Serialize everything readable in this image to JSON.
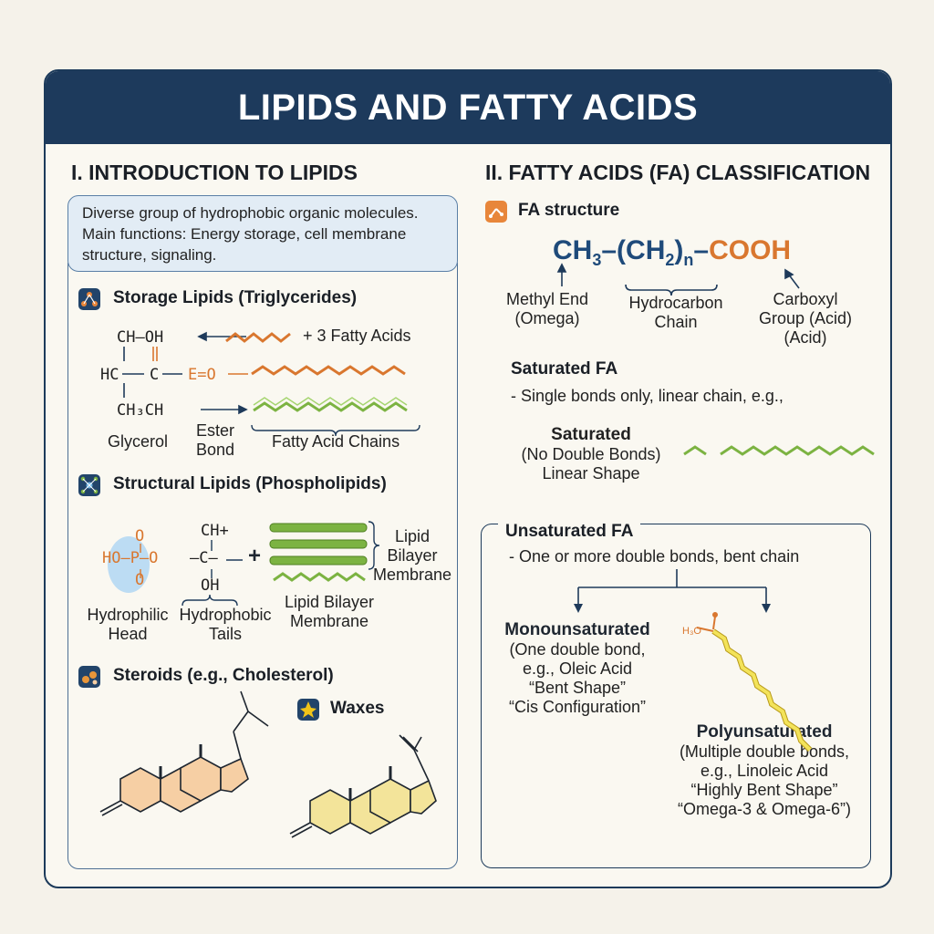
{
  "title": "LIPIDS AND FATTY ACIDS",
  "left": {
    "heading": "I. INTRODUCTION TO LIPIDS",
    "intro_line1": "Diverse group of hydrophobic organic molecules.",
    "intro_line2": "Main functions: Energy storage, cell membrane",
    "intro_line3": "structure, signaling.",
    "storage": {
      "heading": "Storage Lipids (Triglycerides)",
      "chem_line1": "CH–OH",
      "chem_line2": "HC",
      "chem_line3": "C",
      "chem_ester": "E=O",
      "chem_line4": "CH₃CH",
      "fatty_acids_note": "+ 3 Fatty Acids",
      "glycerol_label": "Glycerol",
      "ester_label1": "Ester",
      "ester_label2": "Bond",
      "chains_label": "Fatty Acid Chains"
    },
    "structural": {
      "heading": "Structural Lipids (Phospholipids)",
      "phosphate": "HO–P–O",
      "p_top": "O",
      "p_bottom": "O",
      "ch_plus": "CH+",
      "c_mid": "–C–",
      "oh": "OH",
      "plus": "+",
      "hydrophilic_l1": "Hydrophilic",
      "hydrophilic_l2": "Head",
      "hydrophobic_l1": "Hydrophobic",
      "hydrophobic_l2": "Tails",
      "bilayer_below_l1": "Lipid Bilayer",
      "bilayer_below_l2": "Membrane",
      "bilayer_side_l1": "Lipid",
      "bilayer_side_l2": "Bilayer",
      "bilayer_side_l3": "Membrane"
    },
    "steroids_heading": "Steroids (e.g., Cholesterol)",
    "waxes_heading": "Waxes"
  },
  "right": {
    "heading": "II. FATTY ACIDS (FA) CLASSIFICATION",
    "fa_structure": "FA structure",
    "formula": {
      "ch3": "CH",
      "ch3_sub": "3",
      "dash1": "–(CH",
      "ch2_sub": "2",
      "close": ")",
      "n": "n",
      "dash2": "–",
      "cooh": "COOH"
    },
    "methyl_l1": "Methyl End",
    "methyl_l2": "(Omega)",
    "hydrocarbon_l1": "Hydrocarbon",
    "hydrocarbon_l2": "Chain",
    "carboxyl_l1": "Carboxyl",
    "carboxyl_l2": "Group (Acid)",
    "carboxyl_l3": "(Acid)",
    "saturated": {
      "heading": "Saturated FA",
      "desc": "- Single bonds only, linear chain, e.g.,",
      "label_bold": "Saturated",
      "label_l2": "(No Double Bonds)",
      "label_l3": "Linear Shape"
    },
    "unsaturated": {
      "heading": "Unsaturated FA",
      "desc": "- One or more double bonds, bent chain",
      "mono_heading": "Monounsaturated",
      "mono_l1": "(One double bond,",
      "mono_l2": "e.g., Oleic Acid",
      "mono_l3": "“Bent Shape”",
      "mono_l4": "“Cis Configuration”",
      "poly_heading": "Polyunsaturated",
      "poly_l1": "(Multiple double bonds,",
      "poly_l2": "e.g., Linoleic Acid",
      "poly_l3": "“Highly Bent Shape”",
      "poly_l4": "“Omega-3 & Omega-6”)",
      "acid_label": "H₃O"
    }
  },
  "colors": {
    "navy": "#1d3a5c",
    "orange_chain": "#d9772f",
    "green_chain": "#7cb342",
    "yellow_chain": "#e8d44a",
    "steroid_fill": "#f6cfa4",
    "wax_fill": "#f3e49a"
  },
  "icons": [
    "storage-network-icon",
    "phospholipid-molecule-icon",
    "cholesterol-molecule-icon",
    "wax-star-icon",
    "fa-structure-icon"
  ]
}
